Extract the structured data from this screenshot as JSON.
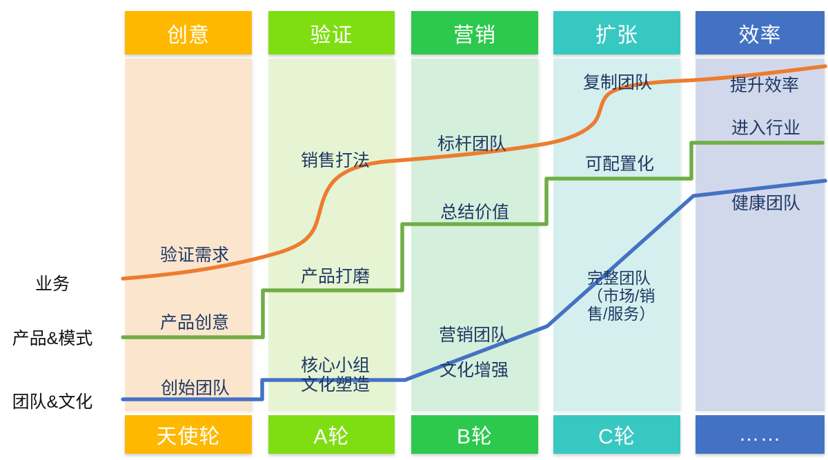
{
  "diagram_title": "startup-growth-stages",
  "stages": [
    {
      "name": "创意",
      "round": "天使轮",
      "header_color": "#FFB800",
      "body_color": "#FBE5CD"
    },
    {
      "name": "验证",
      "round": "A轮",
      "header_color": "#7EDE12",
      "body_color": "#E6F4D3"
    },
    {
      "name": "营销",
      "round": "B轮",
      "header_color": "#2DC84E",
      "body_color": "#D4EFDB"
    },
    {
      "name": "扩张",
      "round": "C轮",
      "header_color": "#38C8C2",
      "body_color": "#D5EFEE"
    },
    {
      "name": "效率",
      "round": "……",
      "header_color": "#4372C4",
      "body_color": "#D2D8EB"
    }
  ],
  "rows": {
    "business": "业务",
    "product": "产品&模式",
    "team": "团队&文化"
  },
  "lines": {
    "business": {
      "color": "#ED7C2F",
      "labels": [
        "验证需求",
        "销售打法",
        "标杆团队",
        "复制团队",
        "提升效率"
      ]
    },
    "product": {
      "color": "#6FAE45",
      "labels": [
        "产品创意",
        "产品打磨",
        "总结价值",
        "可配置化",
        "进入行业"
      ]
    },
    "team": {
      "color": "#4472C4",
      "labels": [
        "创始团队",
        "核心小组\n文化塑造",
        "营销团队",
        "文化增强",
        "完整团队\n（市场/销\n售/服务）",
        "健康团队"
      ]
    }
  },
  "label_text_color": "#1F3864"
}
